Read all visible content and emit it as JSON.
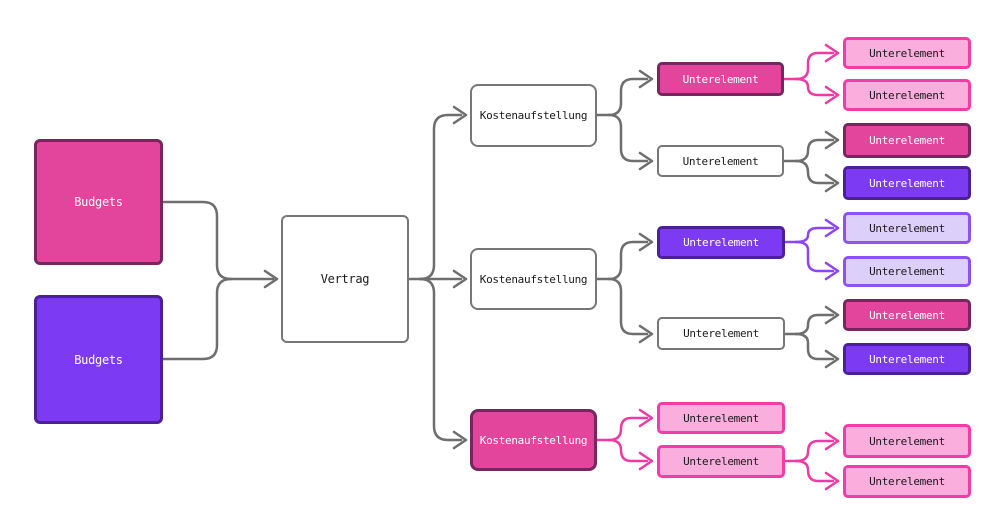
{
  "diagram": {
    "type": "flowchart-left-to-right",
    "language": "de"
  },
  "colors": {
    "background": "#ffffff",
    "pink_fill": "#e2459b",
    "pink_dark_border": "#76275f",
    "purple_fill": "#7c3bf2",
    "purple_dark_border": "#4b2099",
    "pink_light_fill": "#f9aede",
    "pink_light_border": "#f23da6",
    "purple_light_fill": "#dccffa",
    "purple_light_border": "#8c52f5",
    "white_fill": "#ffffff",
    "gray_border": "#777777",
    "gray_connector": "#6e6e6e",
    "pink_connector": "#ee3ba3",
    "purple_connector": "#8b45f7",
    "text_dark": "#1a1a1a",
    "text_light": "#ffffff"
  },
  "nodes": [
    {
      "id": "budgets-pink",
      "label": "Budgets",
      "variant": "pink-solid"
    },
    {
      "id": "budgets-purple",
      "label": "Budgets",
      "variant": "purple-solid"
    },
    {
      "id": "vertrag",
      "label": "Vertrag",
      "variant": "white"
    },
    {
      "id": "kostenaufstellung-1",
      "label": "Kostenaufstellung",
      "variant": "white"
    },
    {
      "id": "kostenaufstellung-2",
      "label": "Kostenaufstellung",
      "variant": "white"
    },
    {
      "id": "kostenaufstellung-3",
      "label": "Kostenaufstellung",
      "variant": "pink-solid"
    },
    {
      "id": "unterelement-1a",
      "label": "Unterelement",
      "variant": "pink-solid"
    },
    {
      "id": "unterelement-1b",
      "label": "Unterelement",
      "variant": "white"
    },
    {
      "id": "unterelement-2a",
      "label": "Unterelement",
      "variant": "purple-solid"
    },
    {
      "id": "unterelement-2b",
      "label": "Unterelement",
      "variant": "white"
    },
    {
      "id": "unterelement-3a",
      "label": "Unterelement",
      "variant": "pink-light"
    },
    {
      "id": "unterelement-3b",
      "label": "Unterelement",
      "variant": "pink-light"
    },
    {
      "id": "unterelement-1a1",
      "label": "Unterelement",
      "variant": "pink-light"
    },
    {
      "id": "unterelement-1a2",
      "label": "Unterelement",
      "variant": "pink-light"
    },
    {
      "id": "unterelement-1b1",
      "label": "Unterelement",
      "variant": "pink-solid"
    },
    {
      "id": "unterelement-1b2",
      "label": "Unterelement",
      "variant": "purple-solid"
    },
    {
      "id": "unterelement-2a1",
      "label": "Unterelement",
      "variant": "purple-light"
    },
    {
      "id": "unterelement-2a2",
      "label": "Unterelement",
      "variant": "purple-light"
    },
    {
      "id": "unterelement-2b1",
      "label": "Unterelement",
      "variant": "pink-solid"
    },
    {
      "id": "unterelement-2b2",
      "label": "Unterelement",
      "variant": "purple-solid"
    },
    {
      "id": "unterelement-3b1",
      "label": "Unterelement",
      "variant": "pink-light"
    },
    {
      "id": "unterelement-3b2",
      "label": "Unterelement",
      "variant": "pink-light"
    }
  ],
  "edges": [
    {
      "from": "budgets-pink",
      "to": "vertrag",
      "color": "gray"
    },
    {
      "from": "budgets-purple",
      "to": "vertrag",
      "color": "gray"
    },
    {
      "from": "vertrag",
      "to": "kostenaufstellung-1",
      "color": "gray"
    },
    {
      "from": "vertrag",
      "to": "kostenaufstellung-2",
      "color": "gray"
    },
    {
      "from": "vertrag",
      "to": "kostenaufstellung-3",
      "color": "gray"
    },
    {
      "from": "kostenaufstellung-1",
      "to": "unterelement-1a",
      "color": "gray"
    },
    {
      "from": "kostenaufstellung-1",
      "to": "unterelement-1b",
      "color": "gray"
    },
    {
      "from": "unterelement-1a",
      "to": "unterelement-1a1",
      "color": "pink"
    },
    {
      "from": "unterelement-1a",
      "to": "unterelement-1a2",
      "color": "pink"
    },
    {
      "from": "unterelement-1b",
      "to": "unterelement-1b1",
      "color": "gray"
    },
    {
      "from": "unterelement-1b",
      "to": "unterelement-1b2",
      "color": "gray"
    },
    {
      "from": "kostenaufstellung-2",
      "to": "unterelement-2a",
      "color": "gray"
    },
    {
      "from": "kostenaufstellung-2",
      "to": "unterelement-2b",
      "color": "gray"
    },
    {
      "from": "unterelement-2a",
      "to": "unterelement-2a1",
      "color": "purple"
    },
    {
      "from": "unterelement-2a",
      "to": "unterelement-2a2",
      "color": "purple"
    },
    {
      "from": "unterelement-2b",
      "to": "unterelement-2b1",
      "color": "gray"
    },
    {
      "from": "unterelement-2b",
      "to": "unterelement-2b2",
      "color": "gray"
    },
    {
      "from": "kostenaufstellung-3",
      "to": "unterelement-3a",
      "color": "pink"
    },
    {
      "from": "kostenaufstellung-3",
      "to": "unterelement-3b",
      "color": "pink"
    },
    {
      "from": "unterelement-3b",
      "to": "unterelement-3b1",
      "color": "pink"
    },
    {
      "from": "unterelement-3b",
      "to": "unterelement-3b2",
      "color": "pink"
    }
  ]
}
